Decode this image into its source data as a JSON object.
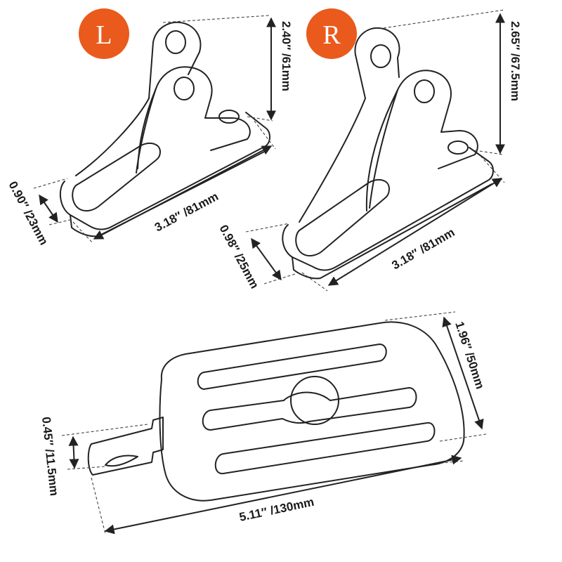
{
  "badges": {
    "left": "L",
    "right": "R",
    "color": "#ea5a1c"
  },
  "left_bracket": {
    "height": "2.40″ /61mm",
    "length": "3.18″ /81mm",
    "thickness": "0.90″ /23mm"
  },
  "right_bracket": {
    "height": "2.65″ /67.5mm",
    "length": "3.18″ /81mm",
    "thickness": "0.98″ /25mm"
  },
  "footpeg": {
    "width": "1.96″ /50mm",
    "length": "5.11″ /130mm",
    "pin": "0.45″ /11.5mm"
  }
}
